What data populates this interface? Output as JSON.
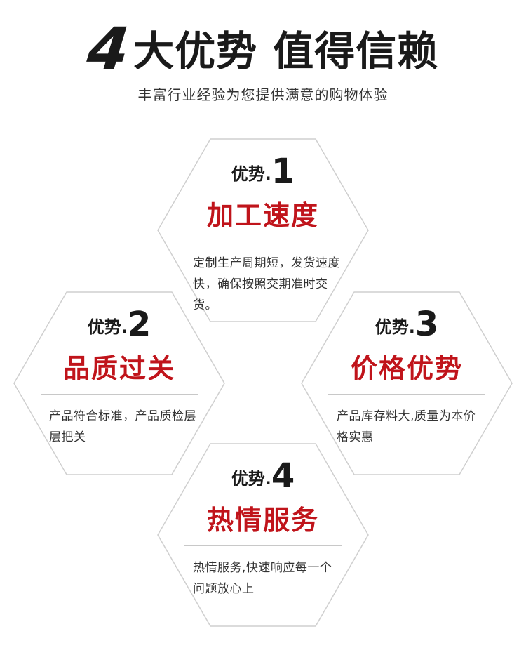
{
  "header": {
    "title_number": "4",
    "title_part1": "大优势",
    "title_part2": "值得信赖",
    "subtitle": "丰富行业经验为您提供满意的购物体验"
  },
  "cards": [
    {
      "label_word": "优势",
      "label_dot": ".",
      "label_number": "1",
      "heading": "加工速度",
      "desc": "定制生产周期短，发货速度快，确保按照交期准时交货。"
    },
    {
      "label_word": "优势",
      "label_dot": ".",
      "label_number": "2",
      "heading": "品质过关",
      "desc": "产品符合标准，产品质检层层把关"
    },
    {
      "label_word": "优势",
      "label_dot": ".",
      "label_number": "3",
      "heading": "价格优势",
      "desc": "产品库存料大,质量为本价格实惠"
    },
    {
      "label_word": "优势",
      "label_dot": ".",
      "label_number": "4",
      "heading": "热情服务",
      "desc": "热情服务,快速响应每一个问题放心上"
    }
  ],
  "colors": {
    "accent": "#c0141b",
    "text": "#1a1a1a",
    "border": "#cfcfcf"
  }
}
